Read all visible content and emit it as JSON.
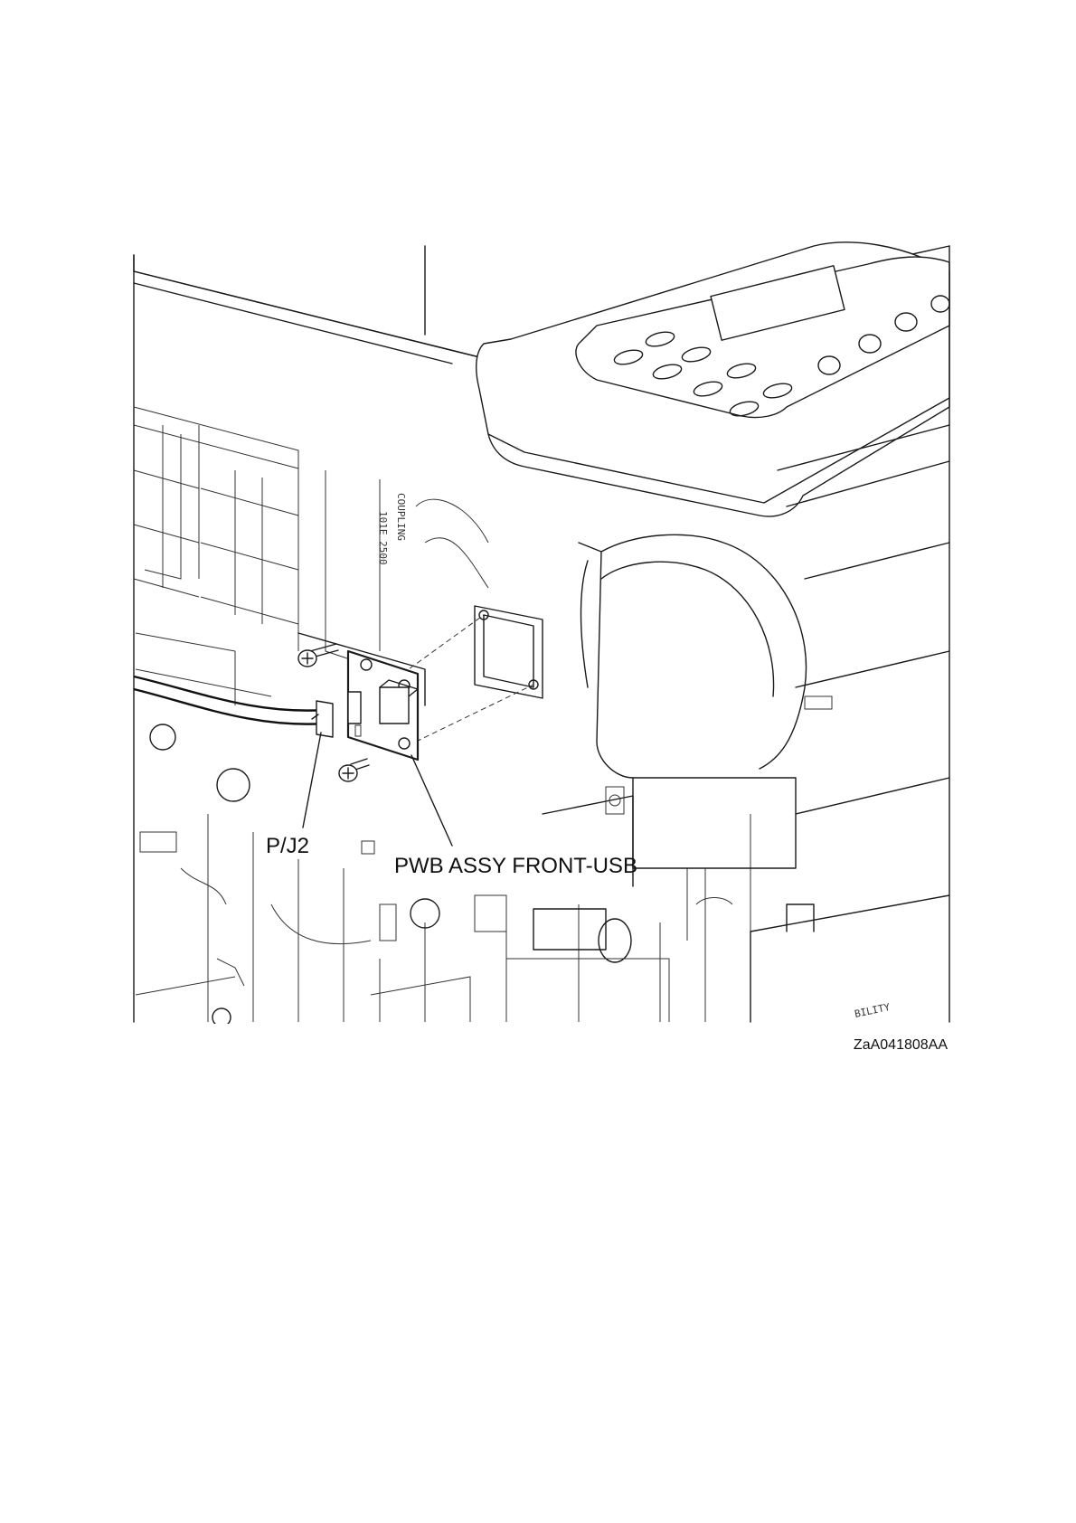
{
  "callouts": {
    "connector_label": "P/J2",
    "board_label": "PWB ASSY FRONT-USB"
  },
  "figure_id": "ZaA041808AA",
  "colors": {
    "ink": "#1a1a1a",
    "background": "#ffffff"
  }
}
